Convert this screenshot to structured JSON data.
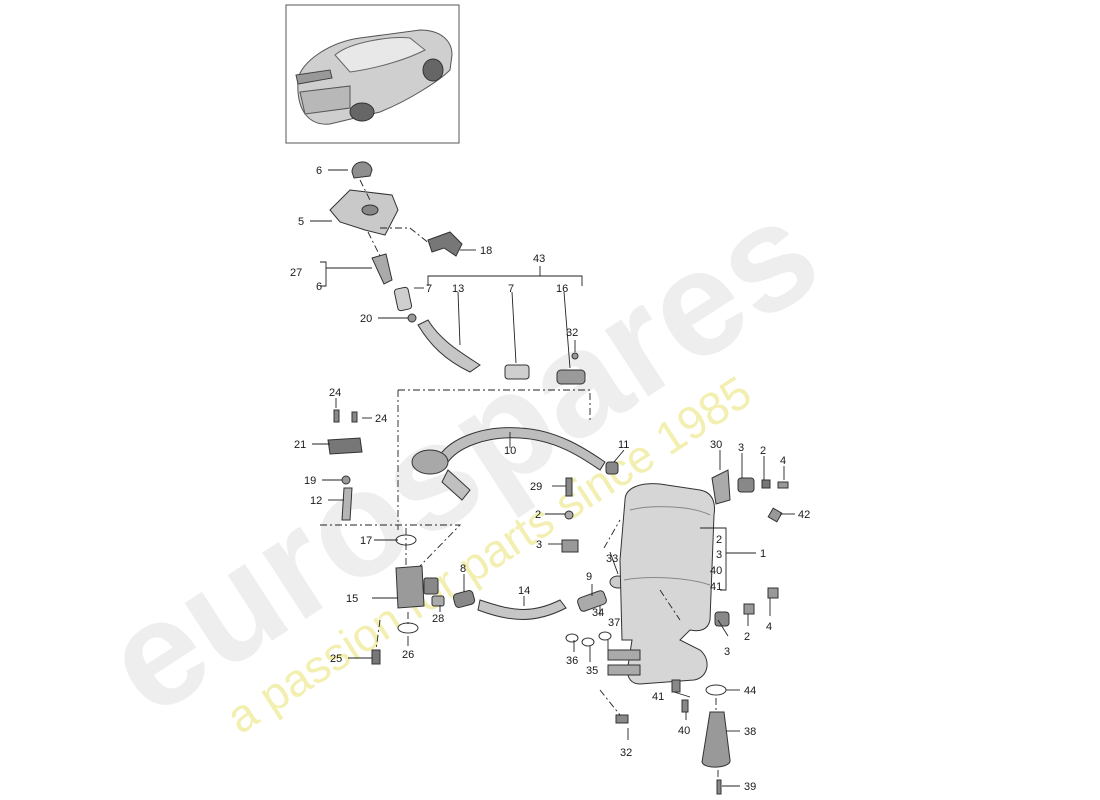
{
  "watermark": {
    "brand": "eurospares",
    "tagline": "a passion for parts since 1985"
  },
  "colors": {
    "part_fill": "#d6d6d6",
    "part_dark": "#8e8e8e",
    "leader": "#222222",
    "watermark_brand": "#eeeeee",
    "watermark_tagline": "#f2efb0"
  },
  "thumbnail": {
    "icon": "car-rear-view-icon"
  },
  "callouts": [
    "1",
    "2",
    "3",
    "4",
    "5",
    "6",
    "7",
    "8",
    "9",
    "10",
    "11",
    "12",
    "13",
    "14",
    "15",
    "16",
    "17",
    "18",
    "19",
    "20",
    "21",
    "24",
    "25",
    "26",
    "27",
    "28",
    "29",
    "30",
    "32",
    "33",
    "34",
    "35",
    "36",
    "37",
    "38",
    "39",
    "40",
    "41",
    "42",
    "43",
    "44"
  ]
}
